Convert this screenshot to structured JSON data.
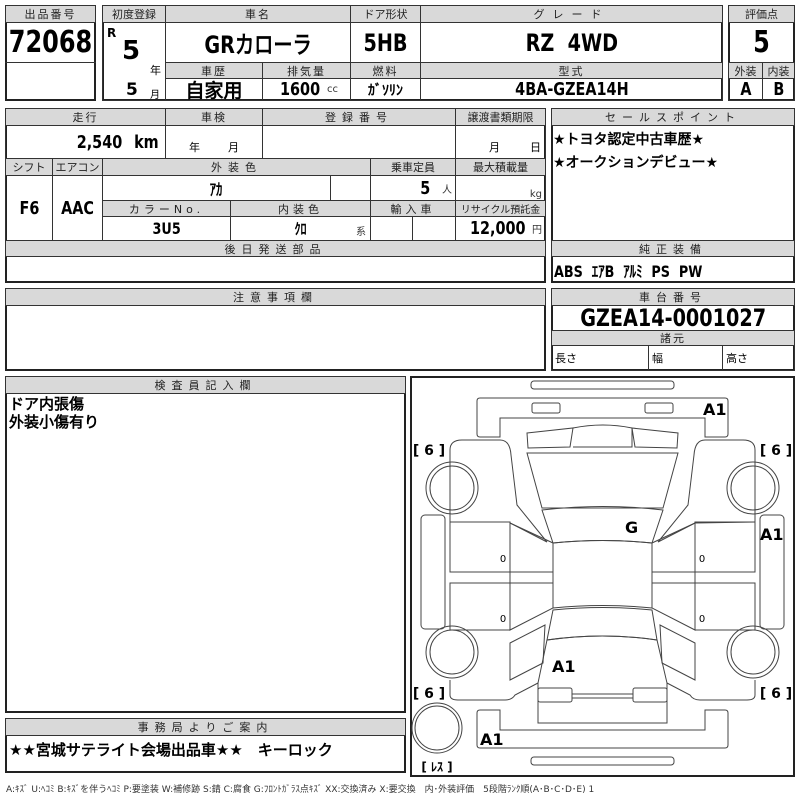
{
  "lot": {
    "label": "出品番号",
    "value": "72068"
  },
  "registration": {
    "label": "初度登録",
    "era": "R",
    "year": "5",
    "year_unit": "年",
    "month": "5",
    "month_unit": "月"
  },
  "car_name": {
    "label": "車名",
    "value": "GRカローラ"
  },
  "door": {
    "label": "ドア形状",
    "value": "5HB"
  },
  "grade": {
    "label": "グレード",
    "value": "RZ  4WD"
  },
  "history": {
    "label": "車歴",
    "value": "自家用"
  },
  "displacement": {
    "label": "排気量",
    "value": "1600",
    "unit": "cc"
  },
  "fuel": {
    "label": "燃料",
    "value": "ｶﾞｿﾘﾝ"
  },
  "model": {
    "label": "型式",
    "value": "4BA-GZEA14H"
  },
  "score": {
    "label": "評価点",
    "value": "5",
    "exterior_label": "外装",
    "exterior": "A",
    "interior_label": "内装",
    "interior": "B"
  },
  "mileage": {
    "label": "走行",
    "value": "2,540",
    "unit": "km"
  },
  "inspection": {
    "label": "車検",
    "year_unit": "年",
    "month_unit": "月"
  },
  "reg_number": {
    "label": "登録番号"
  },
  "transfer": {
    "label": "譲渡書類期限",
    "month_unit": "月",
    "day_unit": "日"
  },
  "shift": {
    "label": "シフト",
    "value": "F6"
  },
  "aircon": {
    "label": "エアコン",
    "value": "AAC"
  },
  "ext_color": {
    "label": "外装色",
    "value": "ｱｶ"
  },
  "capacity": {
    "label": "乗車定員",
    "value": "5",
    "unit": "人"
  },
  "max_load": {
    "label": "最大積載量",
    "unit": "kg"
  },
  "color_no": {
    "label": "カラーNo.",
    "value": "3U5"
  },
  "int_color": {
    "label": "内装色",
    "value": "ｸﾛ",
    "unit": "系"
  },
  "import": {
    "label": "輸入車"
  },
  "recycle": {
    "label": "リサイクル預託金",
    "value": "12,000",
    "unit": "円"
  },
  "parts_later": {
    "label": "後日発送部品"
  },
  "sales_points": {
    "label": "セールスポイント",
    "items": [
      "★トヨタ認定中古車歴★",
      "★オークションデビュー★"
    ]
  },
  "equipment": {
    "label": "純正装備",
    "value": "ABS  ｴｱB  ｱﾙﾐ  PS  PW"
  },
  "notes": {
    "label": "注意事項欄"
  },
  "chassis": {
    "label": "車台番号",
    "value": "GZEA14-0001027"
  },
  "specs": {
    "label": "諸元",
    "length": "長さ",
    "width": "幅",
    "height": "高さ"
  },
  "inspector": {
    "label": "検査員記入欄",
    "lines": [
      "ドア内張傷",
      "外装小傷有り"
    ]
  },
  "office": {
    "label": "事務局よりご案内",
    "value": "★★宮城サテライト会場出品車★★　キーロック"
  },
  "diagram": {
    "marks": {
      "front_bumper": "A1",
      "windshield": "G",
      "right_side": "A1",
      "rear_panel": "A1",
      "rear_bumper": "A1"
    },
    "tire_fl": "[ 6 ]",
    "tire_fr": "[ 6 ]",
    "tire_rl": "[ 6 ]",
    "tire_rr": "[ 6 ]",
    "spare": "[ ﾚｽ ]",
    "zero": "0"
  },
  "legend": "A:ｷｽﾞ U:ﾍｺﾐ B:ｷｽﾞを伴うﾍｺﾐ P:要塗装 W:補修跡 S:錆 C:腐食 G:ﾌﾛﾝﾄｶﾞﾗｽ点ｷｽﾞ XX:交換済み X:要交換　内･外装評価　5段階ﾗﾝｸ順(A･B･C･D･E) 1"
}
